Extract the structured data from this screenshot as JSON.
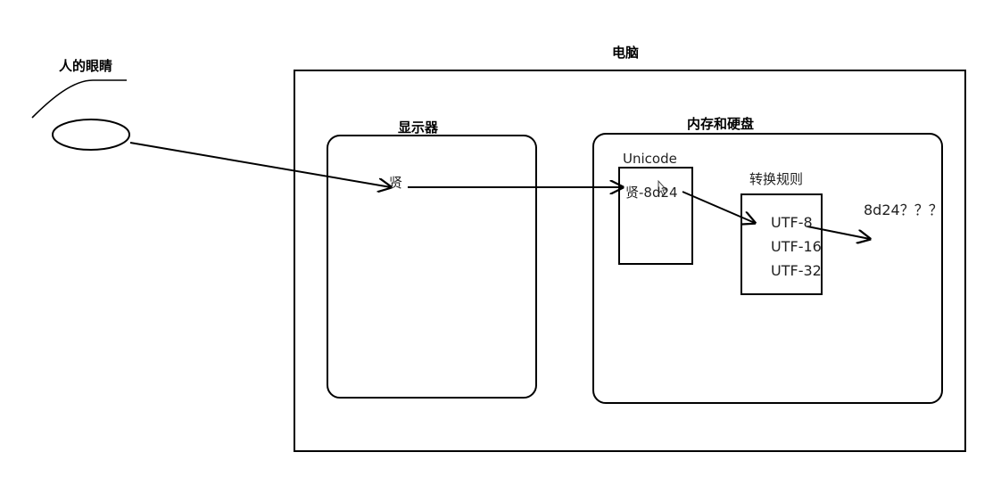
{
  "labels": {
    "eye": "人的眼睛",
    "computer": "电脑",
    "monitor": "显示器",
    "memory_disk": "内存和硬盘",
    "unicode": "Unicode",
    "char_on_screen": "贤",
    "char_code": "贤-8d24",
    "conversion_rules": "转换规则",
    "utf8": "UTF-8",
    "utf16": "UTF-16",
    "utf32": "UTF-32",
    "result": "8d24？？？"
  },
  "colors": {
    "stroke": "#000000",
    "background": "#ffffff"
  },
  "icons": {
    "cursor": "mouse-pointer-icon",
    "eye": "eye-icon"
  }
}
